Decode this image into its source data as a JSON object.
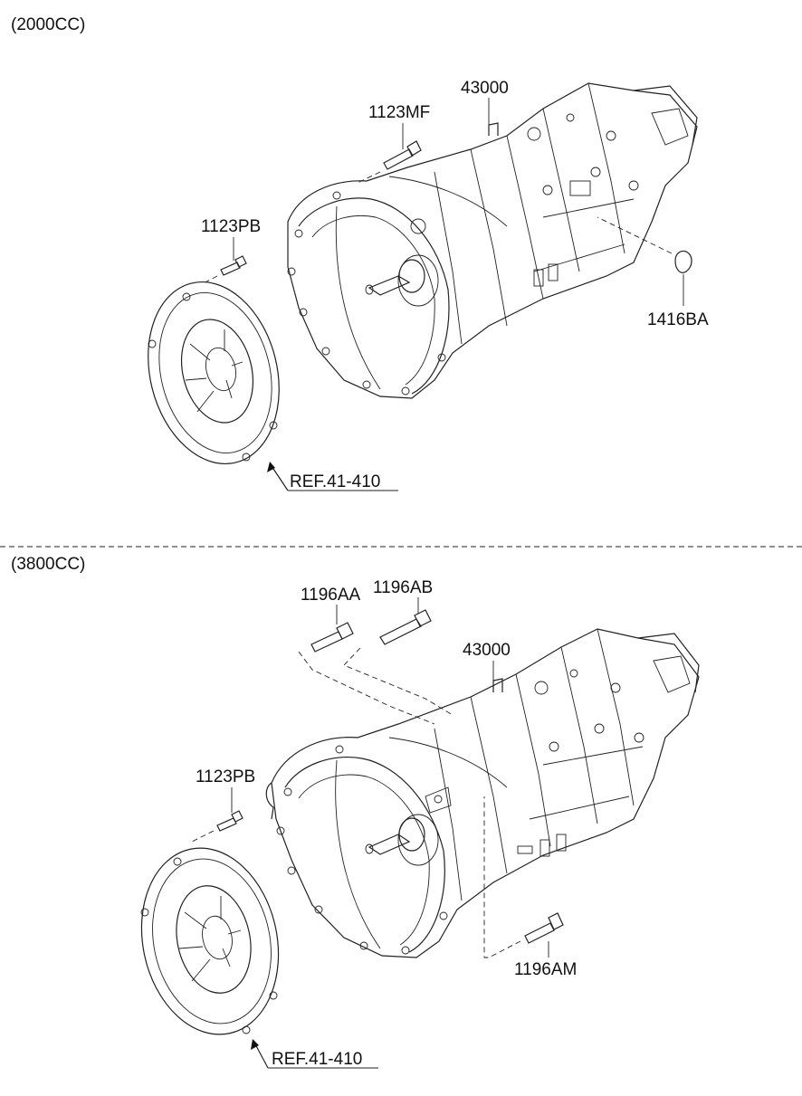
{
  "sections": [
    {
      "variant_label": "(2000CC)",
      "parts": {
        "transmission": "43000",
        "housing_bolt": "1123MF",
        "clutch_bolt": "1123PB",
        "plug": "1416BA",
        "clutch_ref": "REF.41-410"
      }
    },
    {
      "variant_label": "(3800CC)",
      "parts": {
        "bolt_a": "1196AA",
        "bolt_b": "1196AB",
        "transmission": "43000",
        "clutch_bolt": "1123PB",
        "bottom_bolt": "1196AM",
        "clutch_ref": "REF.41-410"
      }
    }
  ]
}
